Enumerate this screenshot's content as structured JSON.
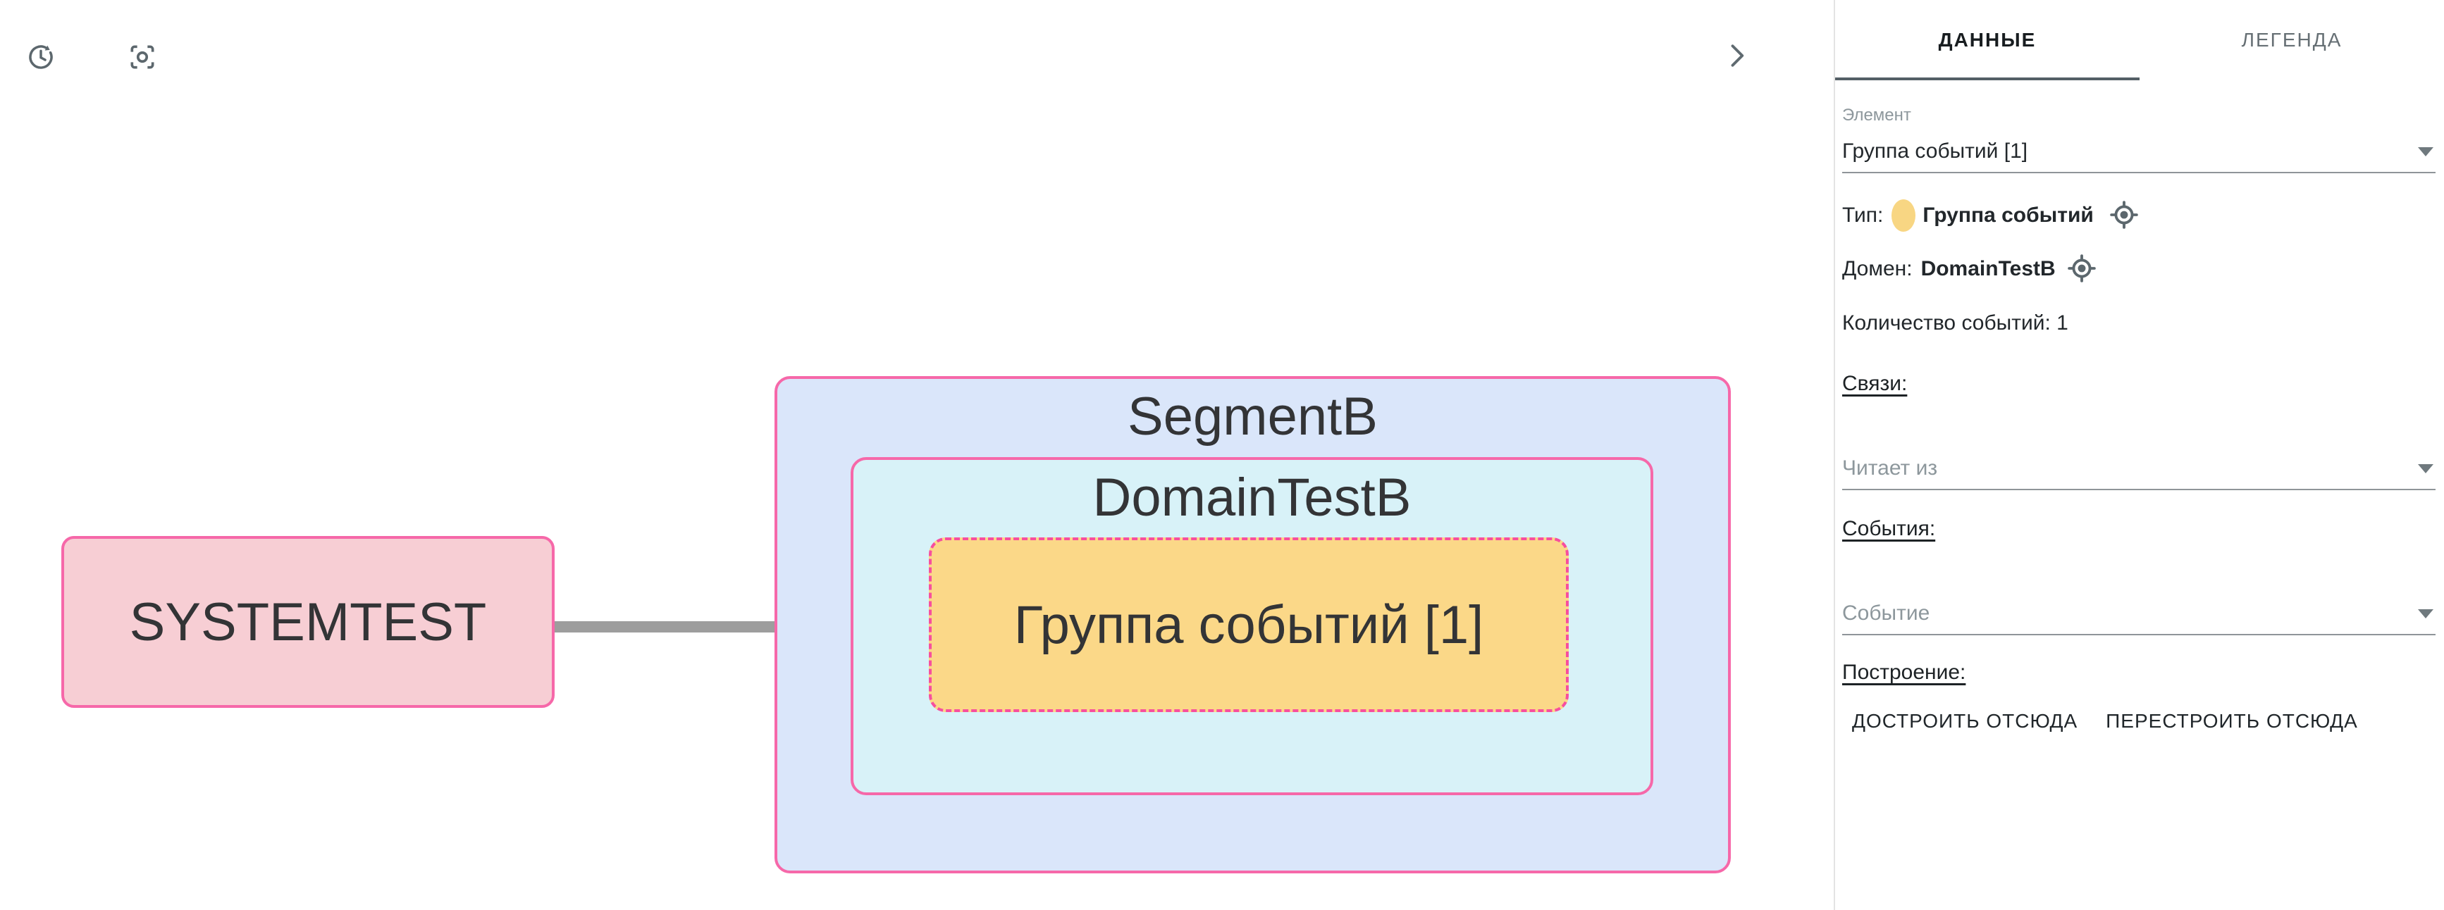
{
  "colors": {
    "accent_pink": "#f668a9",
    "accent_pink_strong": "#f74f9e",
    "segment_fill": "#dae6fa",
    "domain_fill": "#d8f2f8",
    "group_fill": "#fbd888",
    "system_fill": "#f7ced4",
    "arrow_gray": "#9d9d9d",
    "icon_gray": "#5c676d",
    "tab_indicator": "#545f66",
    "type_dot": "#f8d683"
  },
  "canvas": {
    "toolbar": {
      "history_icon": "history-restore-icon",
      "focus_icon": "center-focus-icon",
      "collapse_icon": "chevron-right-icon"
    },
    "diagram": {
      "system": {
        "label": "SYSTEMTEST"
      },
      "segment": {
        "label": "SegmentB"
      },
      "domain": {
        "label": "DomainTestB"
      },
      "group": {
        "label": "Группа событий [1]"
      },
      "arrow_icon": "arrow-right"
    }
  },
  "sidebar": {
    "tabs": [
      "ДАННЫЕ",
      "ЛЕГЕНДА"
    ],
    "element": {
      "label": "Элемент",
      "value": "Группа событий [1]"
    },
    "type": {
      "label": "Тип:",
      "value": "Группа событий",
      "dot_icon": "type-color-dot",
      "locate_icon": "locate-target-icon"
    },
    "domain": {
      "label": "Домен:",
      "value": "DomainTestB",
      "locate_icon": "locate-target-icon"
    },
    "count": {
      "text": "Количество событий: 1"
    },
    "links": {
      "heading": "Связи:",
      "select_placeholder": "Читает из",
      "dropdown_icon": "dropdown-arrow-icon"
    },
    "events": {
      "heading": "События:",
      "select_placeholder": "Событие",
      "dropdown_icon": "dropdown-arrow-icon"
    },
    "build": {
      "heading": "Построение:",
      "buttons": [
        "ДОСТРОИТЬ ОТСЮДА",
        "ПЕРЕСТРОИТЬ ОТСЮДА"
      ]
    }
  }
}
